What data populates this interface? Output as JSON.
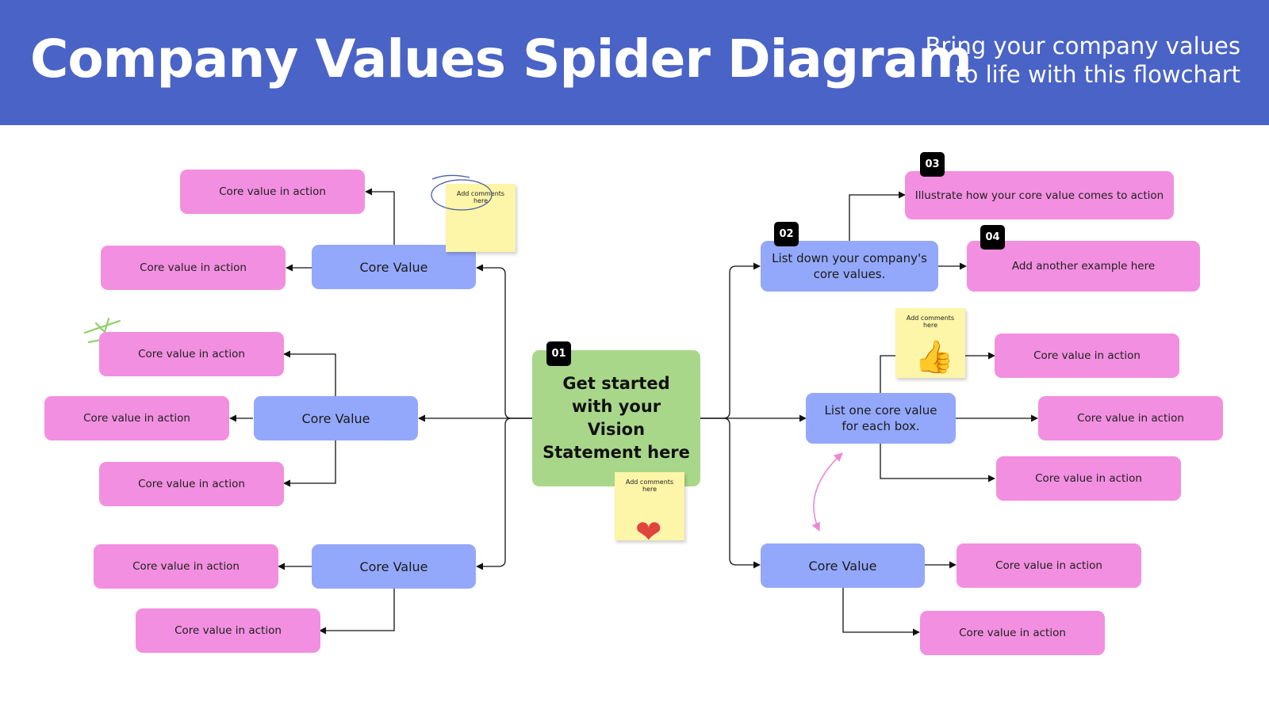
{
  "header": {
    "title": "Company Values Spider Diagram",
    "subtitle_line1": "Bring your company values",
    "subtitle_line2": "to life with this flowchart"
  },
  "center": {
    "badge": "01",
    "label": "Get started with your Vision Statement here"
  },
  "left": {
    "top": {
      "value": "Core Value",
      "actions": [
        "Core value in action",
        "Core value in action"
      ]
    },
    "middle": {
      "value": "Core Value",
      "actions": [
        "Core value in action",
        "Core value in action",
        "Core value in action"
      ]
    },
    "bottom": {
      "value": "Core Value",
      "actions": [
        "Core value in action",
        "Core value in action"
      ]
    }
  },
  "right": {
    "top": {
      "badge": "02",
      "value": "List down your company's core values.",
      "example1_badge": "03",
      "example1": "Illustrate how your core value comes to action",
      "example2_badge": "04",
      "example2": "Add another example here"
    },
    "middle": {
      "value": "List one core value for each box.",
      "actions": [
        "Core value in action",
        "Core value in action",
        "Core value in action"
      ]
    },
    "bottom": {
      "value": "Core Value",
      "actions": [
        "Core value in action",
        "Core value in action"
      ]
    }
  },
  "stickies": [
    {
      "text": "Add comments here",
      "icon": "scribble-circle-icon"
    },
    {
      "text": "Add comments here",
      "icon": "thumbs-up-icon"
    },
    {
      "text": "Add comments here",
      "icon": "heart-icon"
    }
  ],
  "colors": {
    "header": "#4a63c6",
    "core_value": "#93a8fb",
    "action": "#f28fe0",
    "vision": "#a9d78a",
    "sticky": "#fdf5a8",
    "star_doodle": "#8fd06a",
    "arrow_doodle": "#e98ad6"
  }
}
